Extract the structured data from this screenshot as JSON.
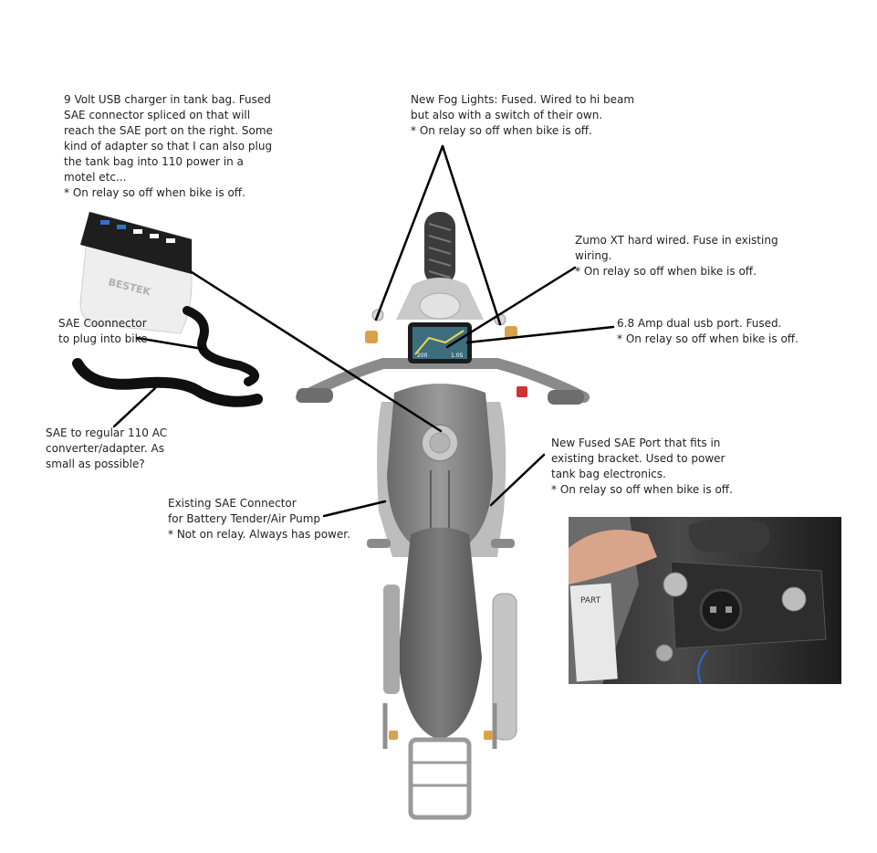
{
  "notes": {
    "usb_charger": [
      "9 Volt USB charger in tank bag. Fused",
      "SAE connector spliced on that will",
      "reach the SAE port on the right. Some",
      "kind of adapter so that I can also plug",
      "the tank bag into 110 power in a",
      "motel etc...",
      "* On relay so off when bike is off."
    ],
    "fog_lights": [
      "New Fog Lights: Fused. Wired to hi beam",
      "but also with a switch of their own.",
      "* On relay so off when bike is off."
    ],
    "zumo": [
      "Zumo XT hard wired. Fuse in existing",
      "wiring.",
      "* On relay so off when bike is off."
    ],
    "usb_port": [
      "6.8 Amp dual usb port. Fused.",
      "* On relay so off when bike is off."
    ],
    "sae_connector": [
      "SAE Coonnector",
      "to plug into bike"
    ],
    "sae_to_ac": [
      "SAE to regular 110 AC",
      "converter/adapter. As",
      "small as possible?"
    ],
    "new_sae_port": [
      "New Fused SAE Port that fits in",
      "existing bracket. Used to power",
      "tank bag electronics.",
      "* On relay so off when bike is off."
    ],
    "existing_sae": [
      "Existing SAE Connector",
      "for Battery Tender/Air Pump",
      "* Not on relay. Always has power."
    ]
  },
  "charger_brand": "BESTEK",
  "gps_screen": {
    "left_value": "200",
    "right_value": "1.0S"
  },
  "inset_label": "PART"
}
